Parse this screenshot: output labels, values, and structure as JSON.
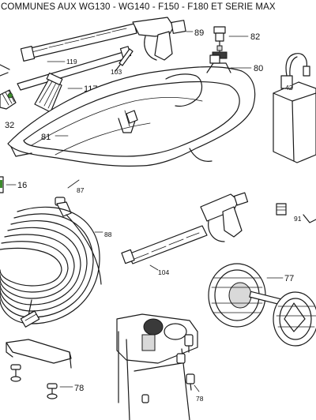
{
  "header": {
    "title": "COMMUNES AUX WG130 - WG140 - F150 - F180 ET SERIE MAX"
  },
  "callouts": [
    {
      "id": "89",
      "text": "89"
    },
    {
      "id": "82",
      "text": "82"
    },
    {
      "id": "119",
      "text": "119"
    },
    {
      "id": "103",
      "text": "103"
    },
    {
      "id": "80",
      "text": "80"
    },
    {
      "id": "42",
      "text": "42"
    },
    {
      "id": "117",
      "text": "117"
    },
    {
      "id": "32",
      "text": "32"
    },
    {
      "id": "81",
      "text": "81"
    },
    {
      "id": "16",
      "text": "16"
    },
    {
      "id": "87",
      "text": "87"
    },
    {
      "id": "91",
      "text": "91"
    },
    {
      "id": "88",
      "text": "88"
    },
    {
      "id": "104",
      "text": "104"
    },
    {
      "id": "77",
      "text": "77"
    },
    {
      "id": "78a",
      "text": "78"
    },
    {
      "id": "78b",
      "text": "78"
    }
  ],
  "colors": {
    "ink": "#1a1a1a",
    "accent_green": "#3c8c2c"
  }
}
